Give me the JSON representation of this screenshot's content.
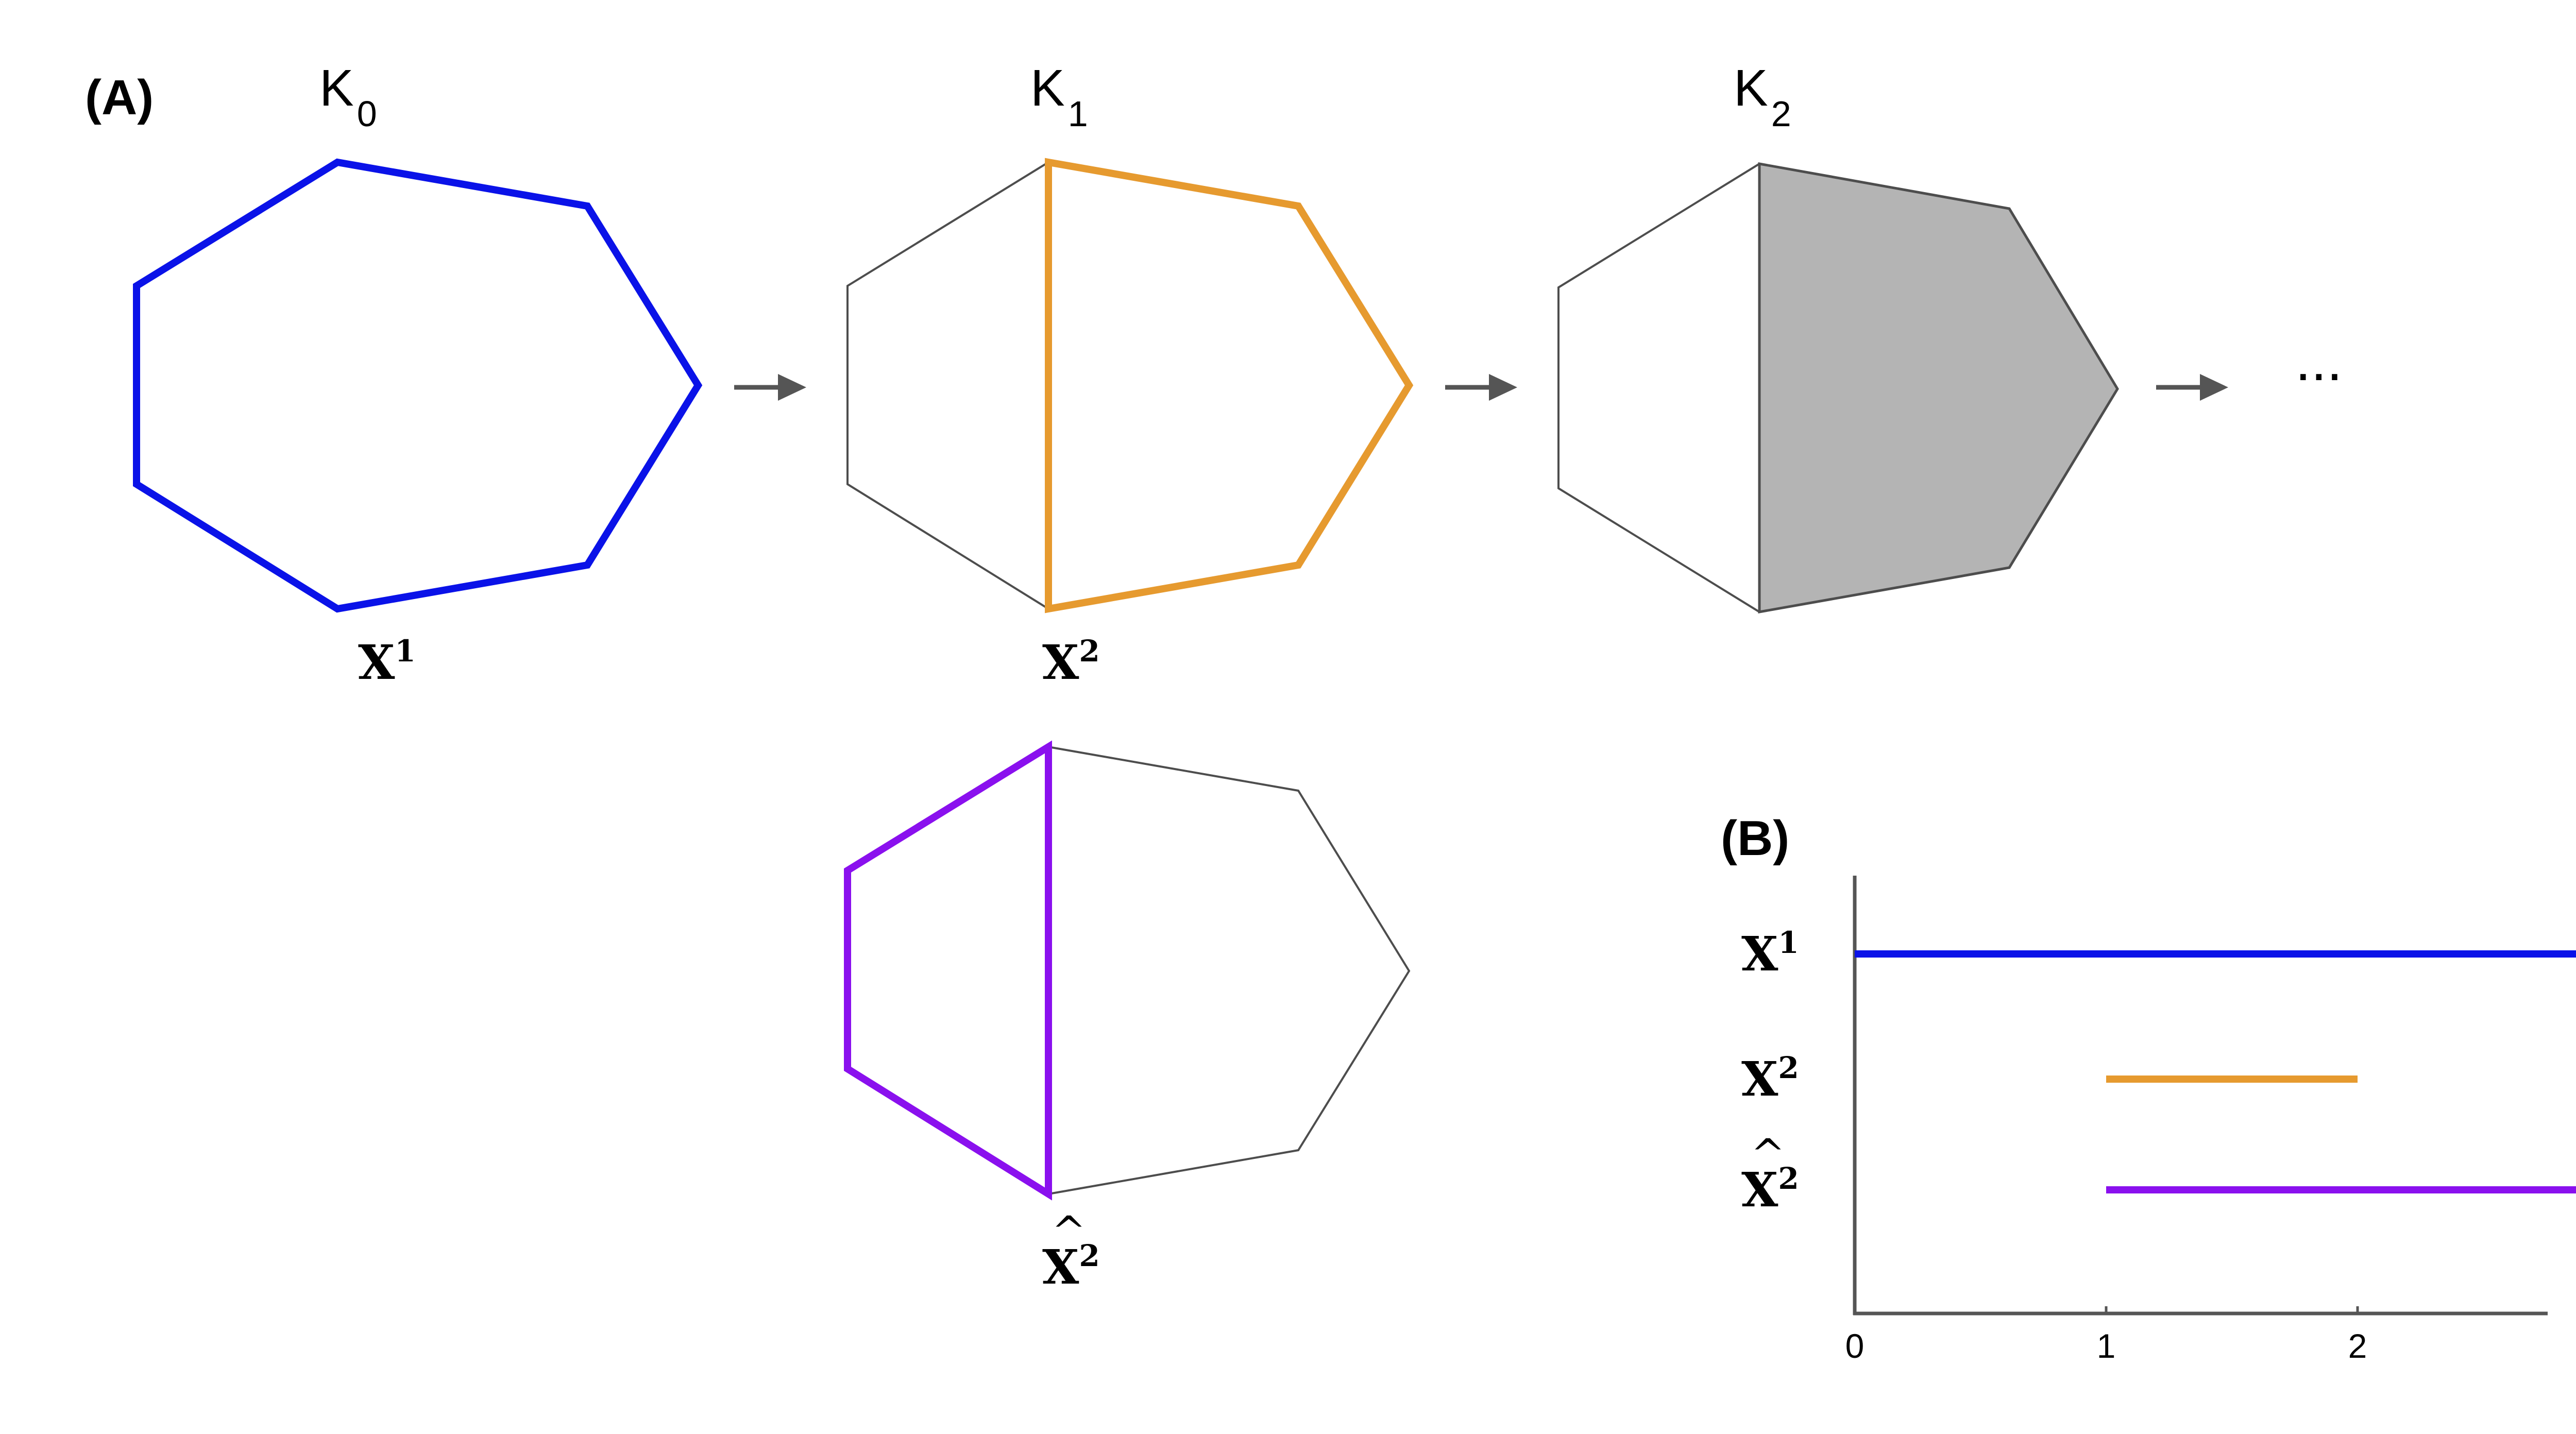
{
  "panels": {
    "a_label": "(A)",
    "b_label": "(B)"
  },
  "complexes": [
    {
      "letter": "K",
      "subscript": "0"
    },
    {
      "letter": "K",
      "subscript": "1"
    },
    {
      "letter": "K",
      "subscript": "2"
    }
  ],
  "cycles": {
    "x1": {
      "base": "X",
      "sup": "1"
    },
    "x2": {
      "base": "X",
      "sup": "2"
    },
    "x2hat": {
      "base": "X",
      "sup": "2",
      "hat": "^"
    }
  },
  "ellipsis": "...",
  "colors": {
    "x1": "#0a12e8",
    "x2": "#e69a2f",
    "x2hat": "#8a10ee",
    "edge": "#4d4d4d",
    "fill": "#b4b4b4",
    "arrow": "#555555",
    "axis": "#555555"
  },
  "chart_data": {
    "type": "barcode",
    "x_ticks": [
      "0",
      "1",
      "2"
    ],
    "bars": [
      {
        "label": "X¹",
        "start": 0,
        "end": 2.9,
        "color": "#0a12e8"
      },
      {
        "label": "X²",
        "start": 1,
        "end": 2,
        "color": "#e69a2f"
      },
      {
        "label": "X̂²",
        "start": 1,
        "end": 2.95,
        "color": "#8a10ee"
      }
    ]
  }
}
